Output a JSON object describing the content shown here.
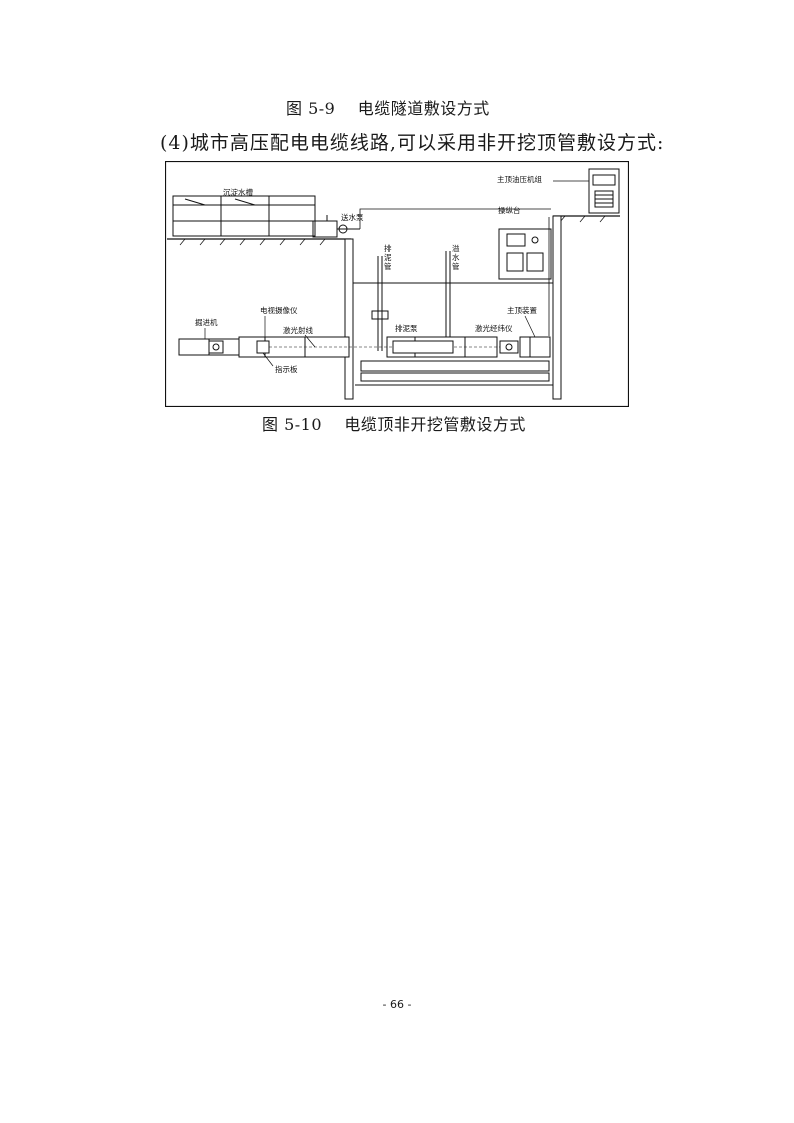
{
  "caption_top": "图 5-9    电缆隧道敷设方式",
  "paragraph": "(4)城市高压配电电缆线路,可以采用非开挖顶管敷设方式:",
  "figure": {
    "labels": {
      "sediment_tank": "沉淀水槽",
      "water_pump": "送水泵",
      "drain_pipe": [
        "排",
        "泥",
        "管"
      ],
      "overflow_pipe": [
        "溢",
        "水",
        "管"
      ],
      "hydraulic_unit": "主顶油压机组",
      "console": "操纵台",
      "tunneling_machine": "掘进机",
      "tv_camera": "电视摄像仪",
      "laser_beam": "激光射线",
      "indicator_board": "指示板",
      "mud_pump": "排泥泵",
      "laser_theodolite": "激光经纬仪",
      "main_jack": "主顶装置"
    }
  },
  "caption_bottom": "图 5-10    电缆顶非开挖管敷设方式",
  "page_number": "- 66 -"
}
